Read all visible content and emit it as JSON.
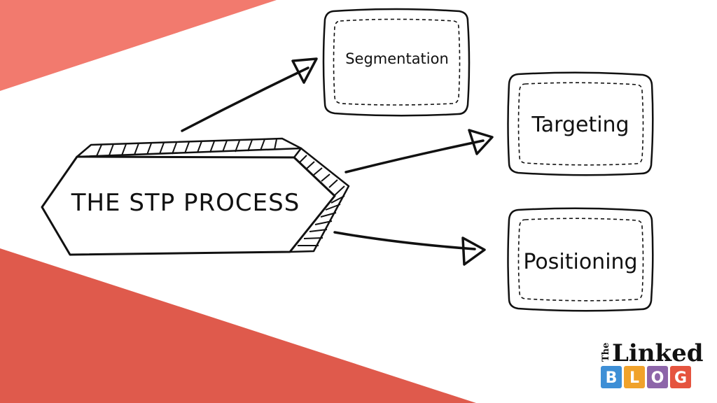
{
  "diagram": {
    "title": "THE STP PROCESS",
    "steps": [
      {
        "label": "Segmentation"
      },
      {
        "label": "Targeting"
      },
      {
        "label": "Positioning"
      }
    ]
  },
  "logo": {
    "the": "The",
    "linked": "Linked",
    "tiles": [
      {
        "letter": "B",
        "color": "#3e8fd6"
      },
      {
        "letter": "L",
        "color": "#f0a22b"
      },
      {
        "letter": "O",
        "color": "#8d65a9"
      },
      {
        "letter": "G",
        "color": "#e5543f"
      }
    ]
  },
  "colors": {
    "top_band": "#f27a6e",
    "bottom_band": "#df5a4c",
    "ink": "#111111"
  }
}
